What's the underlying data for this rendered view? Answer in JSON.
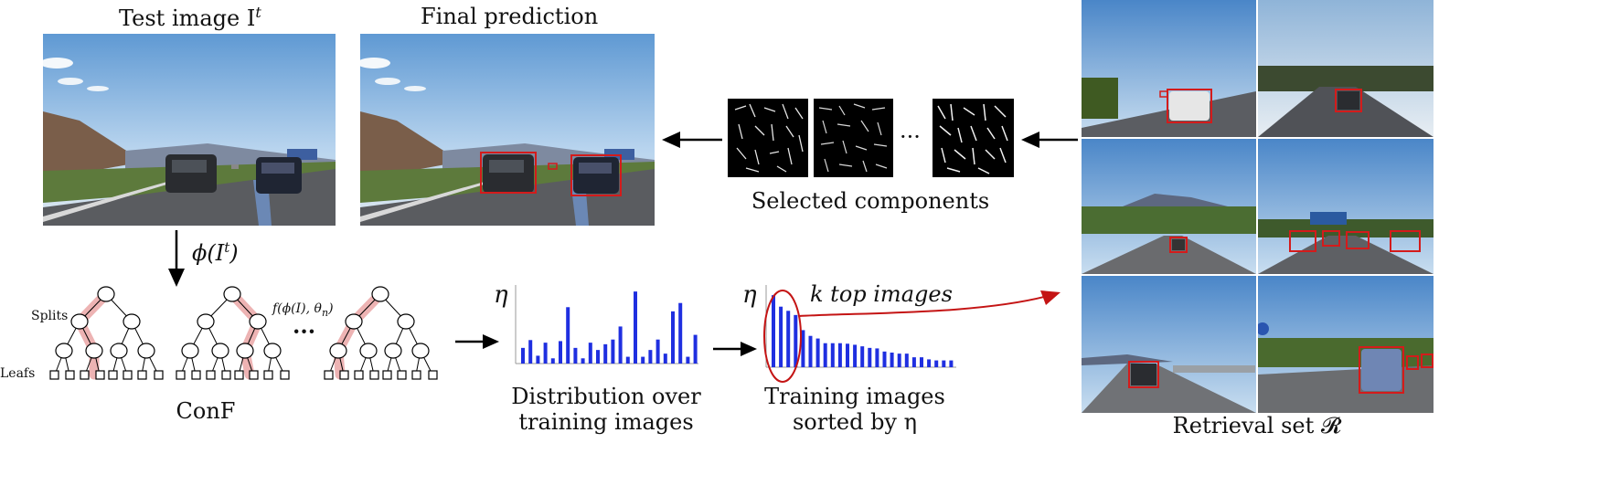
{
  "captions": {
    "test_image": "Test image I",
    "test_image_sup": "t",
    "final_prediction": "Final prediction",
    "phi_label": "ϕ(I",
    "phi_sup": "t",
    "phi_close": ")",
    "selected_components": "Selected components",
    "conf": "ConF",
    "splits": "Splits",
    "leafs": "Leafs",
    "split_function": "f(ϕ(I), θ",
    "split_function_sub": "n",
    "split_function_close": ")",
    "ellipsis": "···",
    "dist_line1": "Distribution over",
    "dist_line2": "training images",
    "sorted_line1": "Training images",
    "sorted_line2": "sorted by η",
    "eta": "η",
    "k_top": "k top images",
    "retrieval_set": "Retrieval set 𝓡"
  },
  "colors": {
    "bar_blue": "#1f2fe0",
    "detection_red": "#d41b1b",
    "arrow_red": "#c41414",
    "path_highlight": "#e89a9a"
  },
  "chart_data": [
    {
      "type": "bar",
      "title": "",
      "name": "distribution",
      "values": [
        3,
        4.5,
        1.5,
        4,
        1,
        4.3,
        10.8,
        3,
        1,
        4,
        2.6,
        3.7,
        4.6,
        7.1,
        1.3,
        13.8,
        1.3,
        2.6,
        4.6,
        1.9,
        10,
        11.6,
        1.3,
        5.5
      ],
      "ylim": [
        0,
        14
      ]
    },
    {
      "type": "bar",
      "title": "",
      "name": "sorted",
      "values": [
        13.8,
        11.6,
        10.8,
        10,
        7.1,
        6,
        5.5,
        4.6,
        4.6,
        4.6,
        4.5,
        4.3,
        4,
        3.7,
        3.6,
        3,
        2.8,
        2.6,
        2.6,
        1.9,
        1.9,
        1.5,
        1.3,
        1.3,
        1.3
      ],
      "ylim": [
        0,
        14
      ]
    }
  ]
}
